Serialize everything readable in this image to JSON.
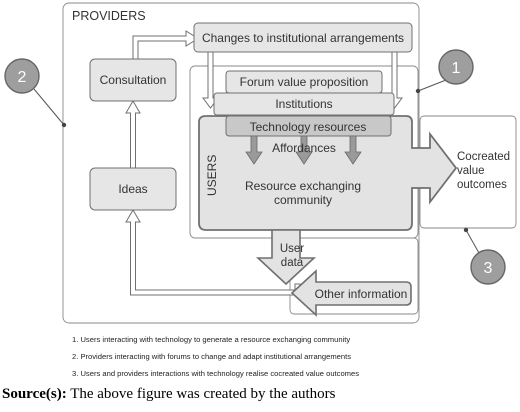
{
  "diagram": {
    "regions": {
      "providers": "PROVIDERS",
      "users": "USERS"
    },
    "boxes": {
      "changes": "Changes to institutional arrangements",
      "consultation": "Consultation",
      "ideas": "Ideas",
      "forum_value_proposition": "Forum value proposition",
      "institutions": "Institutions",
      "technology_resources": "Technology resources",
      "affordances": "Affordances",
      "community_line1": "Resource exchanging",
      "community_line2": "community",
      "outcome_line1": "Cocreated",
      "outcome_line2": "value",
      "outcome_line3": "outcomes",
      "user_data_line1": "User",
      "user_data_line2": "data",
      "other_information": "Other information"
    },
    "markers": [
      "1",
      "2",
      "3"
    ],
    "colors": {
      "box_fill": "#e6e6e6",
      "box_fill_dark": "#c8c8c8",
      "stroke": "#707070",
      "marker_fill": "#9e9e9e",
      "text": "#333333"
    }
  },
  "notes": [
    "1. Users interacting with technology to generate a resource exchanging community",
    "2. Providers interacting with forums to change and adapt institutional arrangements",
    "3. Users and providers interactions with technology realise cocreated value outcomes"
  ],
  "source": {
    "label": "Source(s):",
    "text": " The above figure was created by the authors"
  }
}
